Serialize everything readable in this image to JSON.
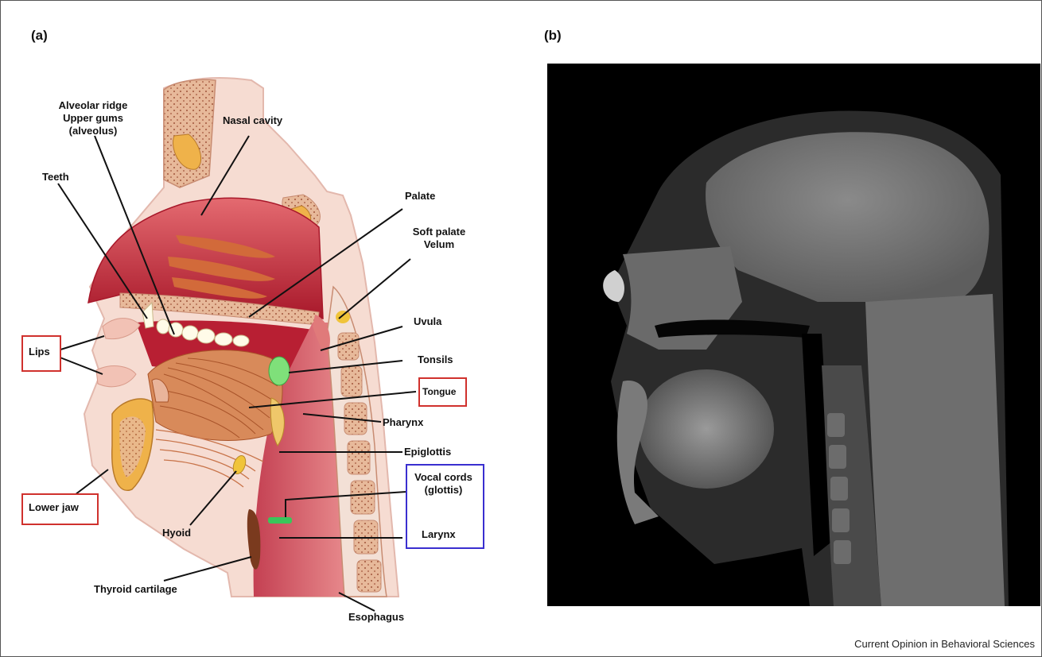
{
  "panels": {
    "a": {
      "label": "(a)"
    },
    "b": {
      "label": "(b)"
    }
  },
  "labels": {
    "alveolar": [
      "Alveolar ridge",
      "Upper gums",
      "(alveolus)"
    ],
    "nasal_cavity": "Nasal cavity",
    "teeth": "Teeth",
    "palate": "Palate",
    "soft_palate": [
      "Soft palate",
      "Velum"
    ],
    "uvula": "Uvula",
    "lips": "Lips",
    "tonsils": "Tonsils",
    "tongue": "Tongue",
    "pharynx": "Pharynx",
    "epiglottis": "Epiglottis",
    "vocal_cords": [
      "Vocal cords",
      "(glottis)"
    ],
    "lower_jaw": "Lower jaw",
    "hyoid": "Hyoid",
    "larynx": "Larynx",
    "thyroid": "Thyroid cartilage",
    "esophagus": "Esophagus"
  },
  "highlight_colors": {
    "articulator_box": "#d0312d",
    "source_box": "#3a2fd0"
  },
  "credit": "Current Opinion in Behavioral Sciences"
}
